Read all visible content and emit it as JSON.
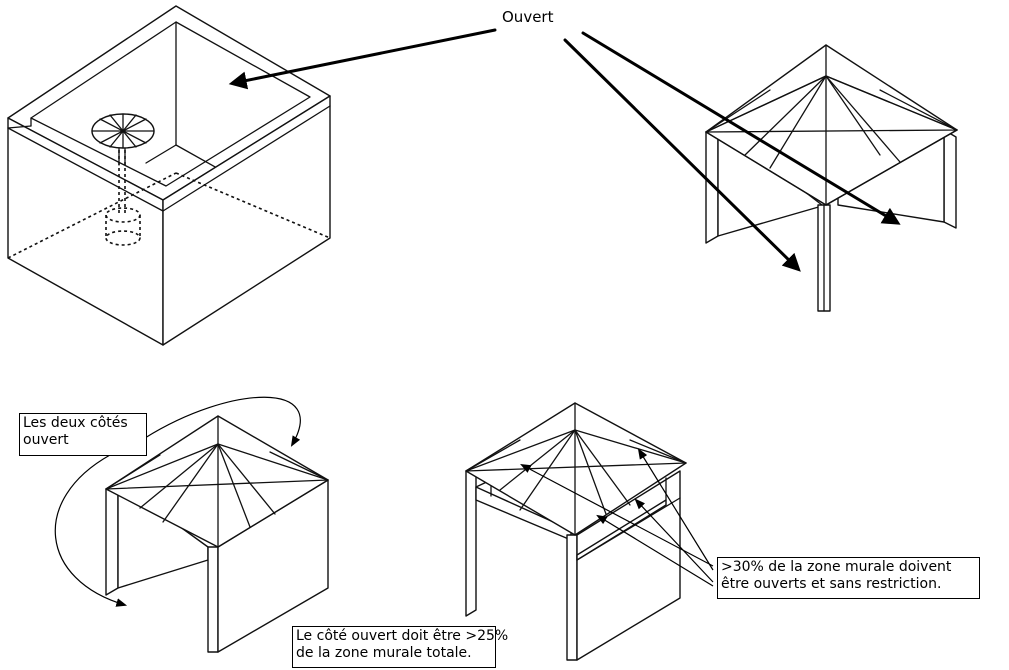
{
  "labels": {
    "open": "Ouvert",
    "both_sides_line1": "Les deux côtés",
    "both_sides_line2": "ouvert",
    "open_side_line1": "Le côté ouvert doit être >25%",
    "open_side_line2": "de la zone murale totale.",
    "thirty_line1": ">30% de la zone murale doivent",
    "thirty_line2": "être ouverts et sans restriction."
  },
  "colors": {
    "lines": "#111111",
    "background": "#ffffff"
  }
}
